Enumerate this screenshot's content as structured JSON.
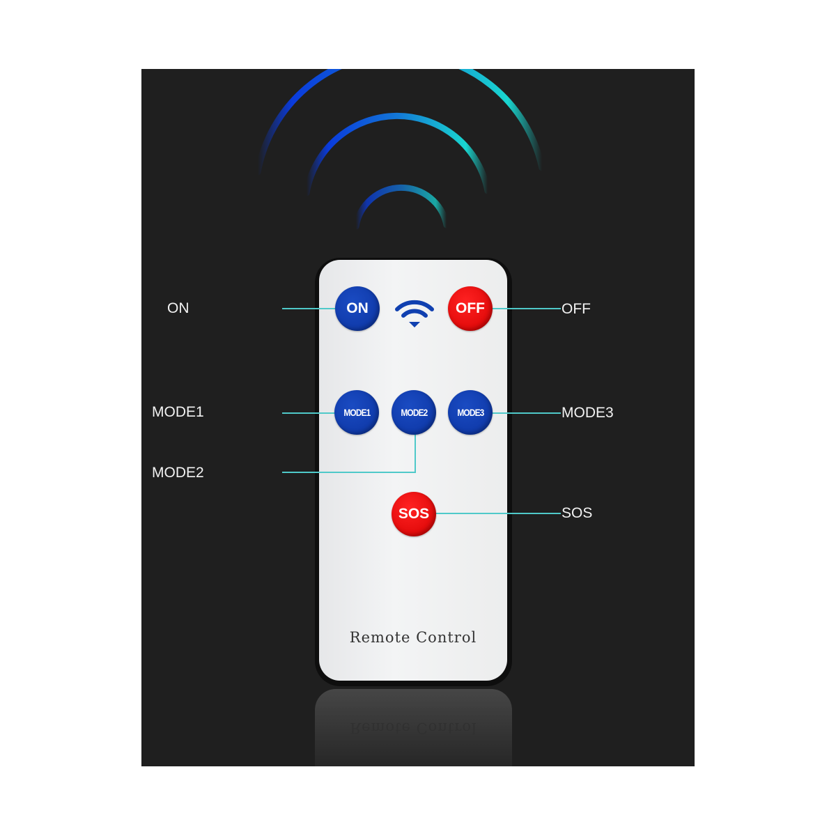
{
  "colors": {
    "panel": "#1f1f1f",
    "blue_button": "#0b33a0",
    "red_button": "#e00000",
    "callout_line": "#4fc9c9",
    "arc_start": "#0a3bdc",
    "arc_end": "#19d6d0"
  },
  "icons": {
    "signal": "signal-waves-icon",
    "remote_wifi": "wifi-icon"
  },
  "buttons": {
    "on": "ON",
    "off": "OFF",
    "mode1": "MODE1",
    "mode2": "MODE2",
    "mode3": "MODE3",
    "sos": "SOS"
  },
  "labels": {
    "on": "ON",
    "off": "OFF",
    "mode1": "MODE1",
    "mode2": "MODE2",
    "mode3": "MODE3",
    "sos": "SOS"
  },
  "remote_text": "Remote Control"
}
